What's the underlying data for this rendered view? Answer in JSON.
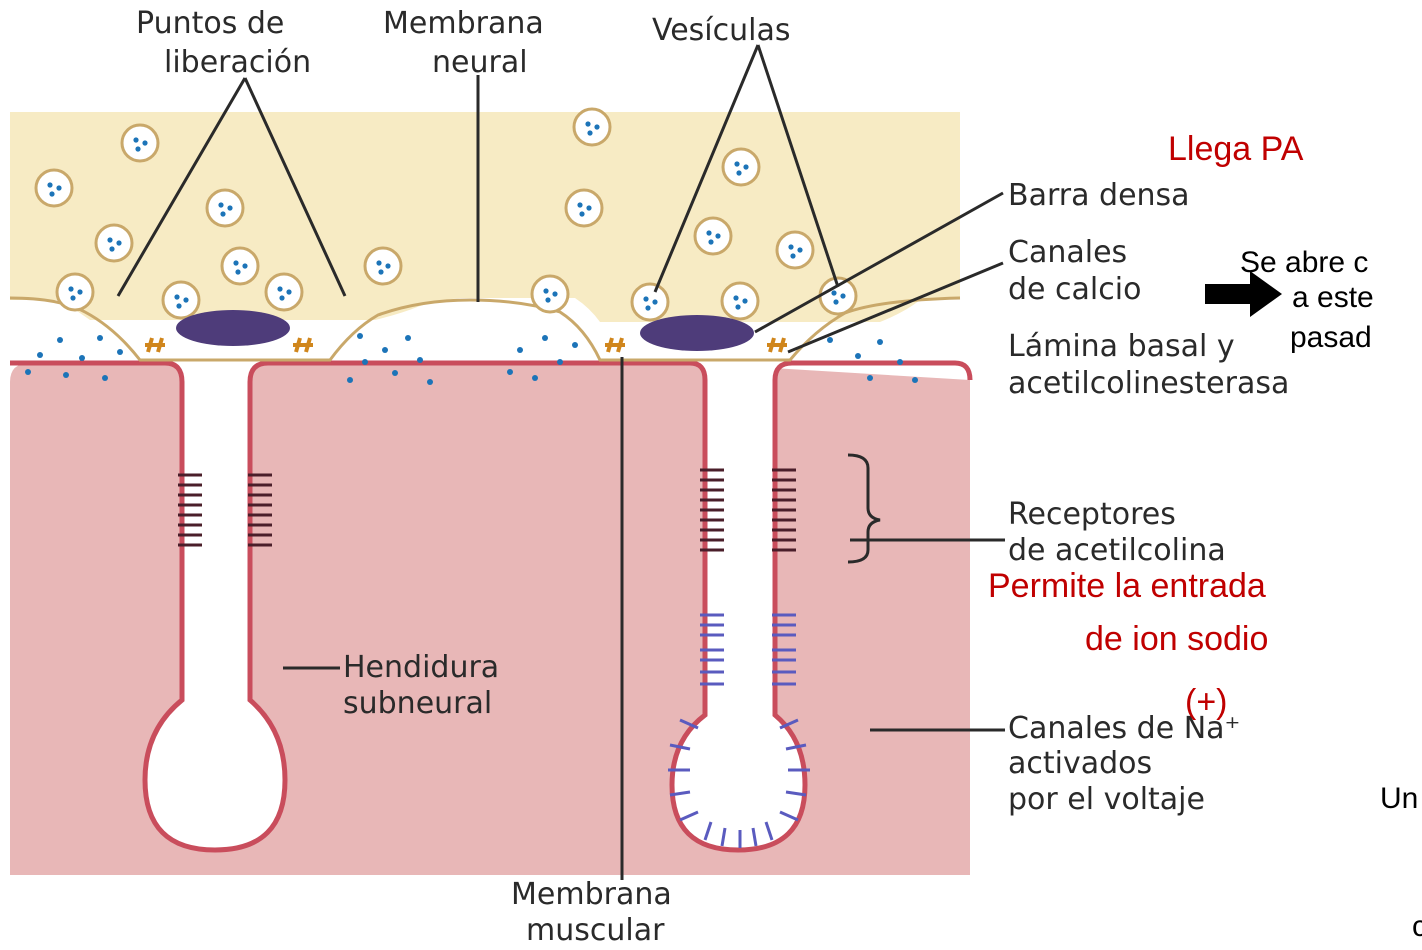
{
  "labels": {
    "puntos": [
      "Puntos de",
      "liberación"
    ],
    "membrana_neural": [
      "Membrana",
      "neural"
    ],
    "vesiculas": "Vesículas",
    "barra_densa": "Barra densa",
    "canales_calcio": [
      "Canales",
      "de calcio"
    ],
    "lamina": [
      "Lámina basal y",
      "acetilcolinesterasa"
    ],
    "receptores": [
      "Receptores",
      "de acetilcolina"
    ],
    "hendidura": [
      "Hendidura",
      "subneural"
    ],
    "canales_na": [
      "Canales de Na⁺",
      "activados",
      "por el voltaje"
    ],
    "membrana_muscular": [
      "Membrana",
      "muscular"
    ]
  },
  "annotations": {
    "llega": "Llega PA",
    "abre": [
      "Se abre c",
      "a este",
      "pasad"
    ],
    "permite": [
      "Permite la entrada",
      "de ion sodio",
      "(+)"
    ],
    "un": "Un",
    "c": "c"
  },
  "colors": {
    "nerve": "#f7ebc4",
    "muscle": "#e8b7b7",
    "vesicle_dot": "#1c74b8",
    "bar": "#4e3c7a",
    "ca_channel": "#d0861c",
    "annotation_red": "#c00000"
  }
}
